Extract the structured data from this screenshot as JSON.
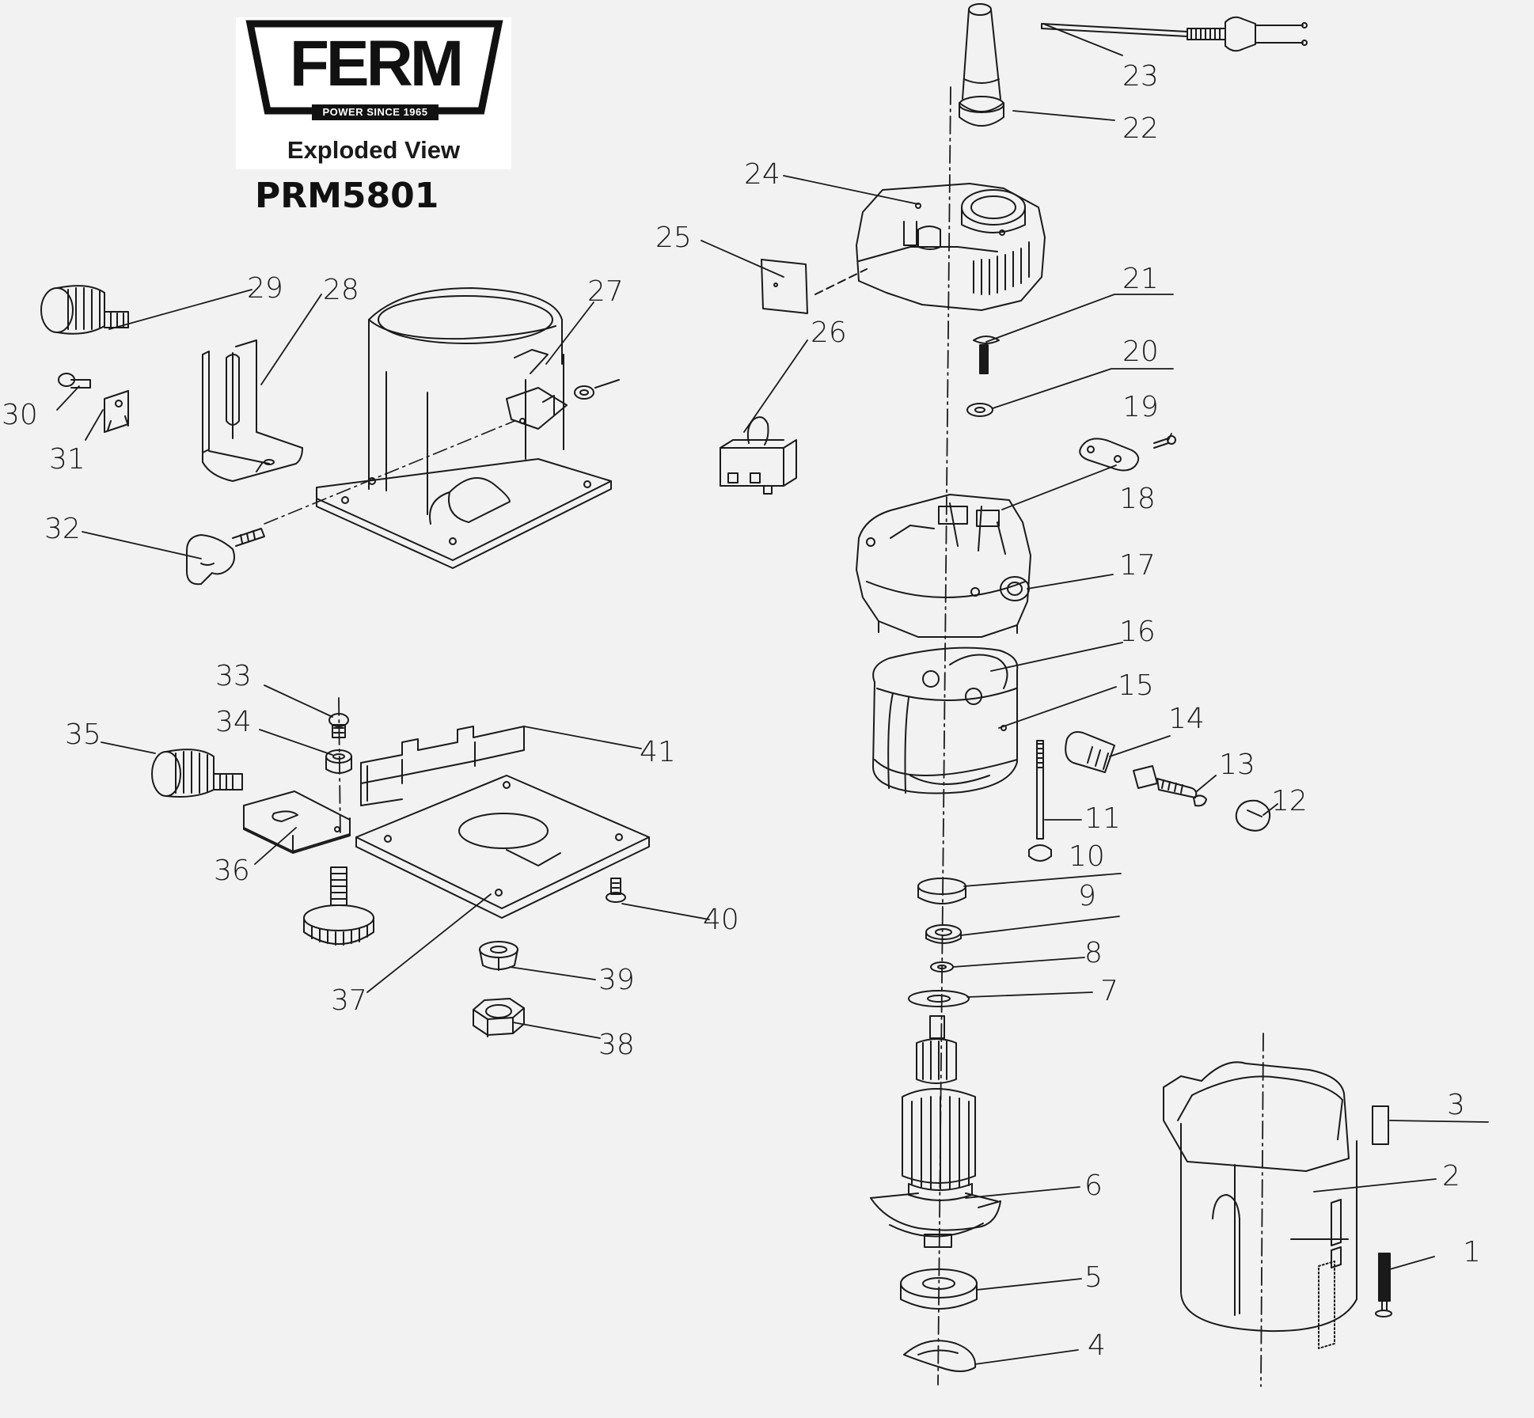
{
  "header": {
    "brand": "FERM",
    "tagline": "POWER SINCE 1965",
    "subtitle": "Exploded View",
    "model": "PRM5801"
  },
  "colors": {
    "background": "#f2f2f2",
    "line": "#1a1a1a"
  },
  "parts": [
    {
      "id": "p1",
      "number": "1"
    },
    {
      "id": "p2",
      "number": "2"
    },
    {
      "id": "p3",
      "number": "3"
    },
    {
      "id": "p4",
      "number": "4"
    },
    {
      "id": "p5",
      "number": "5"
    },
    {
      "id": "p6",
      "number": "6"
    },
    {
      "id": "p7",
      "number": "7"
    },
    {
      "id": "p8",
      "number": "8"
    },
    {
      "id": "p9",
      "number": "9"
    },
    {
      "id": "p10",
      "number": "10"
    },
    {
      "id": "p11",
      "number": "11"
    },
    {
      "id": "p12",
      "number": "12"
    },
    {
      "id": "p13",
      "number": "13"
    },
    {
      "id": "p14",
      "number": "14"
    },
    {
      "id": "p15",
      "number": "15"
    },
    {
      "id": "p16",
      "number": "16"
    },
    {
      "id": "p17",
      "number": "17"
    },
    {
      "id": "p18",
      "number": "18"
    },
    {
      "id": "p19",
      "number": "19"
    },
    {
      "id": "p20",
      "number": "20"
    },
    {
      "id": "p21",
      "number": "21"
    },
    {
      "id": "p22",
      "number": "22"
    },
    {
      "id": "p23",
      "number": "23"
    },
    {
      "id": "p24",
      "number": "24"
    },
    {
      "id": "p25",
      "number": "25"
    },
    {
      "id": "p26",
      "number": "26"
    },
    {
      "id": "p27",
      "number": "27"
    },
    {
      "id": "p28",
      "number": "28"
    },
    {
      "id": "p29",
      "number": "29"
    },
    {
      "id": "p30",
      "number": "30"
    },
    {
      "id": "p31",
      "number": "31"
    },
    {
      "id": "p32",
      "number": "32"
    },
    {
      "id": "p33",
      "number": "33"
    },
    {
      "id": "p34",
      "number": "34"
    },
    {
      "id": "p35",
      "number": "35"
    },
    {
      "id": "p36",
      "number": "36"
    },
    {
      "id": "p37",
      "number": "37"
    },
    {
      "id": "p38",
      "number": "38"
    },
    {
      "id": "p39",
      "number": "39"
    },
    {
      "id": "p40",
      "number": "40"
    },
    {
      "id": "p41",
      "number": "41"
    }
  ]
}
